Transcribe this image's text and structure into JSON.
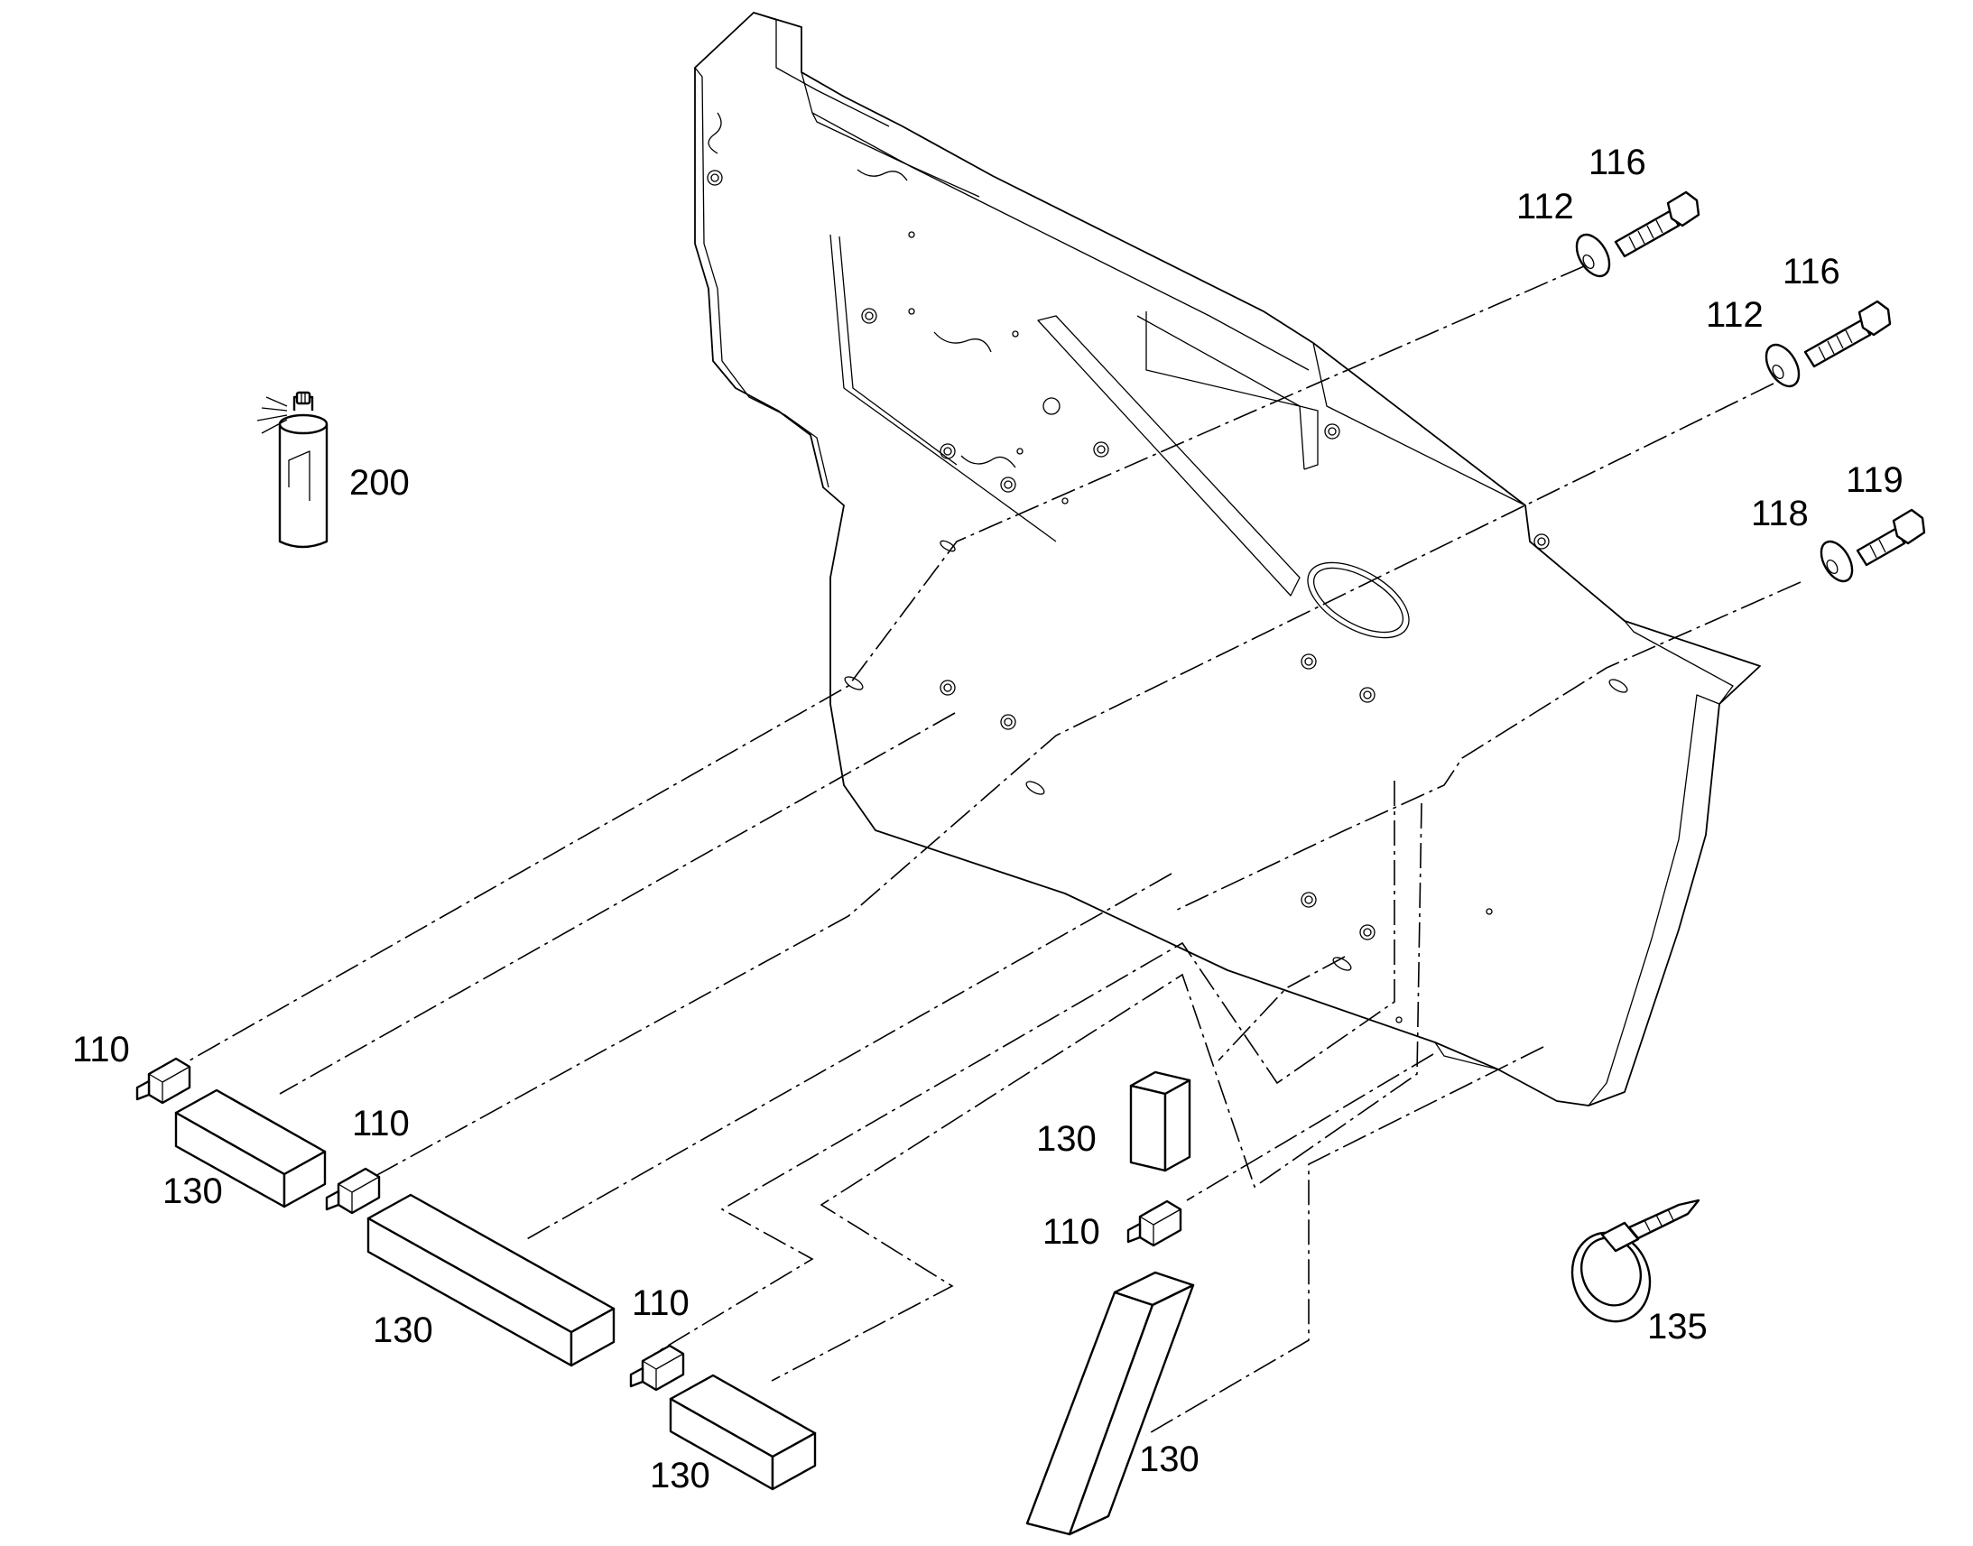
{
  "callouts": {
    "c200": "200",
    "c112a": "112",
    "c116a": "116",
    "c112b": "112",
    "c116b": "116",
    "c118": "118",
    "c119": "119",
    "c110a": "110",
    "c130a": "130",
    "c110b": "110",
    "c130b": "130",
    "c110c": "110",
    "c130c": "130",
    "c130d": "130",
    "c110d": "110",
    "c130e": "130",
    "c135": "135"
  }
}
